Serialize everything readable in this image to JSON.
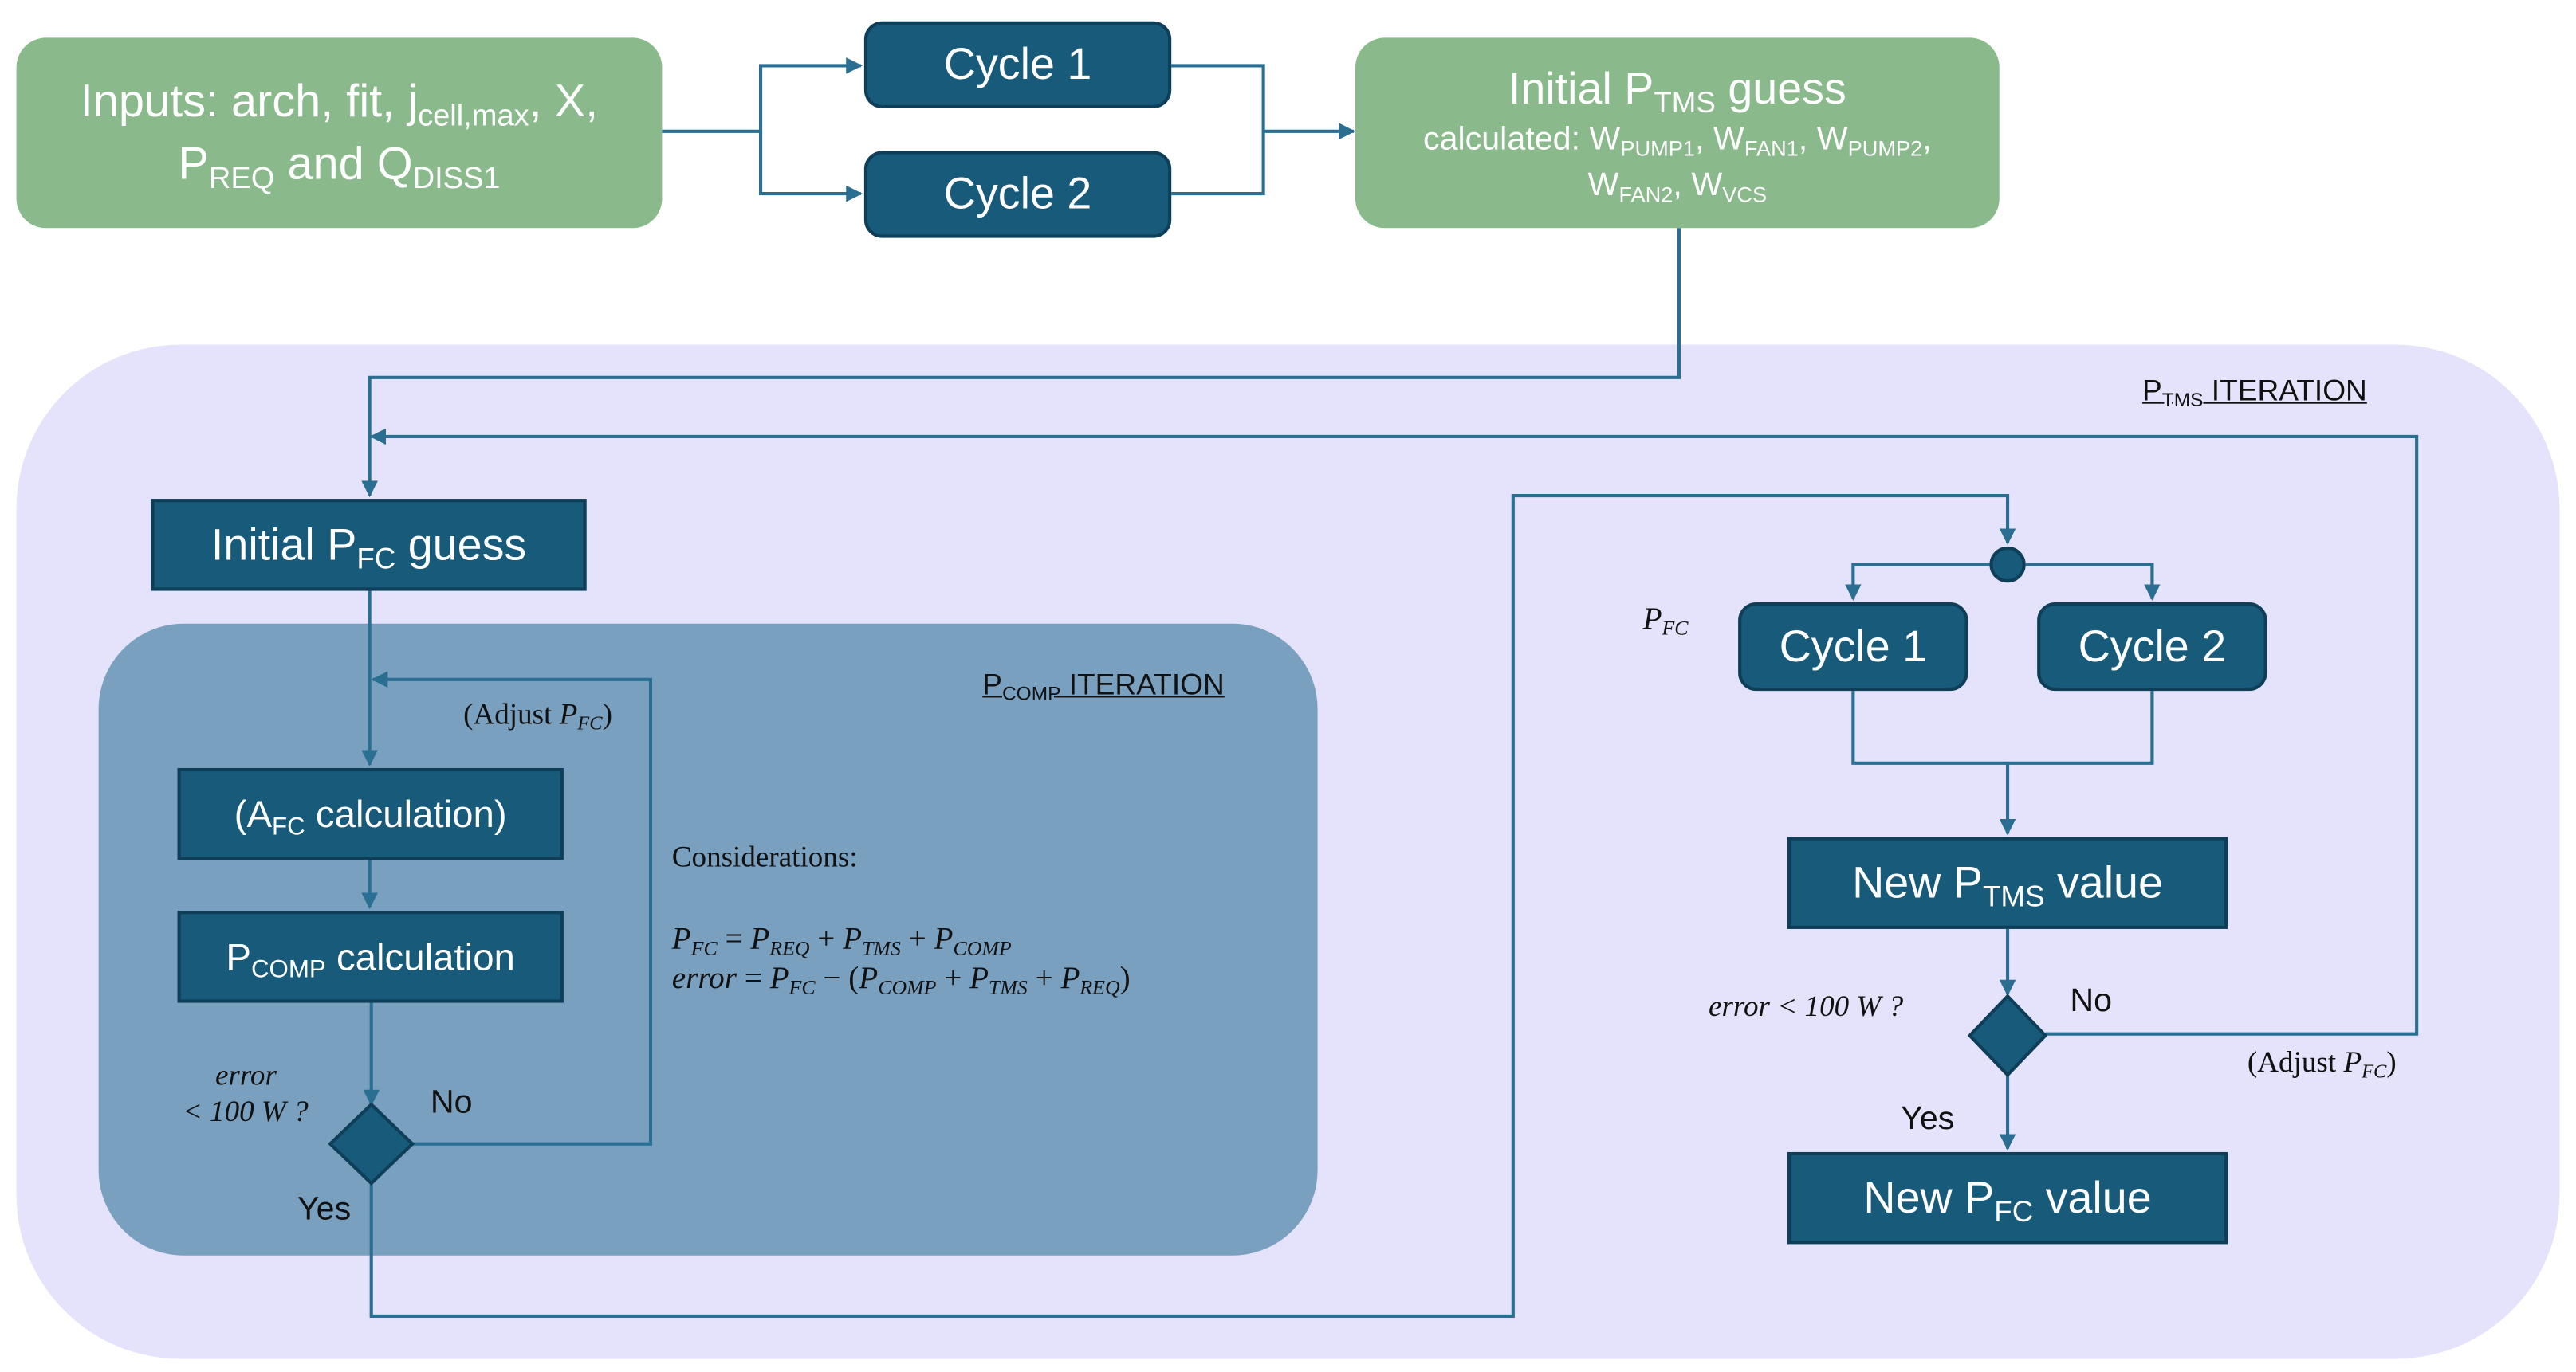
{
  "colors": {
    "outer_background": "#e4e3fb",
    "inner_background": "#7aa0bf",
    "green_box": "#8ab98c",
    "dark_box": "#175a7a",
    "connector": "#2a6e91"
  },
  "top_row": {
    "inputs_box": {
      "line1_a": "Inputs: arch, fit, j",
      "line1_sub": "cell,max",
      "line1_b": ", X,",
      "line2_a": "P",
      "line2_sub1": "REQ",
      "line2_b": " and Q",
      "line2_sub2": "DISS1"
    },
    "cycle1_label": "Cycle 1",
    "cycle2_label": "Cycle 2",
    "initial_ptms_box": {
      "title_a": "Initial P",
      "title_sub": "TMS",
      "title_b": " guess",
      "calc_prefix": "calculated: ",
      "w": "W",
      "pump1_sub": "PUMP1",
      "fan1_sub": "FAN1",
      "pump2_sub": "PUMP2",
      "fan2_sub": "FAN2",
      "vcs_sub": "VCS",
      "sep": ", "
    }
  },
  "ptms_iteration": {
    "label_a": "P",
    "label_sub": "TMS",
    "label_b": " ITERATION"
  },
  "left_column": {
    "initial_pfc": {
      "a": "Initial P",
      "sub": "FC",
      "b": " guess"
    },
    "afc_calc": {
      "a": "(A",
      "sub": "FC",
      "b": " calculation)"
    },
    "pcomp_calc": {
      "a": "P",
      "sub": "COMP",
      "b": " calculation"
    },
    "adjust": {
      "a": "(Adjust ",
      "p": "P",
      "sub": "FC",
      "b": ")"
    },
    "error_line1": "error",
    "error_line2": "< 100 W ?",
    "no": "No",
    "yes": "Yes"
  },
  "pcomp_iteration": {
    "label_a": "P",
    "label_sub": "COMP",
    "label_b": " ITERATION"
  },
  "considerations": {
    "heading": "Considerations:",
    "eq1": {
      "lhs": "P",
      "lhs_sub": "FC",
      "eq": " = ",
      "t1": "P",
      "t1_sub": "REQ",
      "plus": " + ",
      "t2": "P",
      "t2_sub": "TMS",
      "t3": "P",
      "t3_sub": "COMP"
    },
    "eq2": {
      "lhs": "error",
      "eq": " = ",
      "t0": "P",
      "t0_sub": "FC",
      "minus": " − (",
      "t1": "P",
      "t1_sub": "COMP",
      "plus": " + ",
      "t2": "P",
      "t2_sub": "TMS",
      "t3": "P",
      "t3_sub": "REQ",
      "close": ")"
    }
  },
  "right_column": {
    "pfc_label": {
      "p": "P",
      "sub": "FC"
    },
    "cycle1_label": "Cycle 1",
    "cycle2_label": "Cycle 2",
    "new_ptms": {
      "a": "New P",
      "sub": "TMS",
      "b": " value"
    },
    "error_question": "error < 100 W ?",
    "no": "No",
    "adjust": {
      "a": "(Adjust ",
      "p": "P",
      "sub": "FC",
      "b": ")"
    },
    "yes": "Yes",
    "new_pfc": {
      "a": "New P",
      "sub": "FC",
      "b": " value"
    }
  }
}
